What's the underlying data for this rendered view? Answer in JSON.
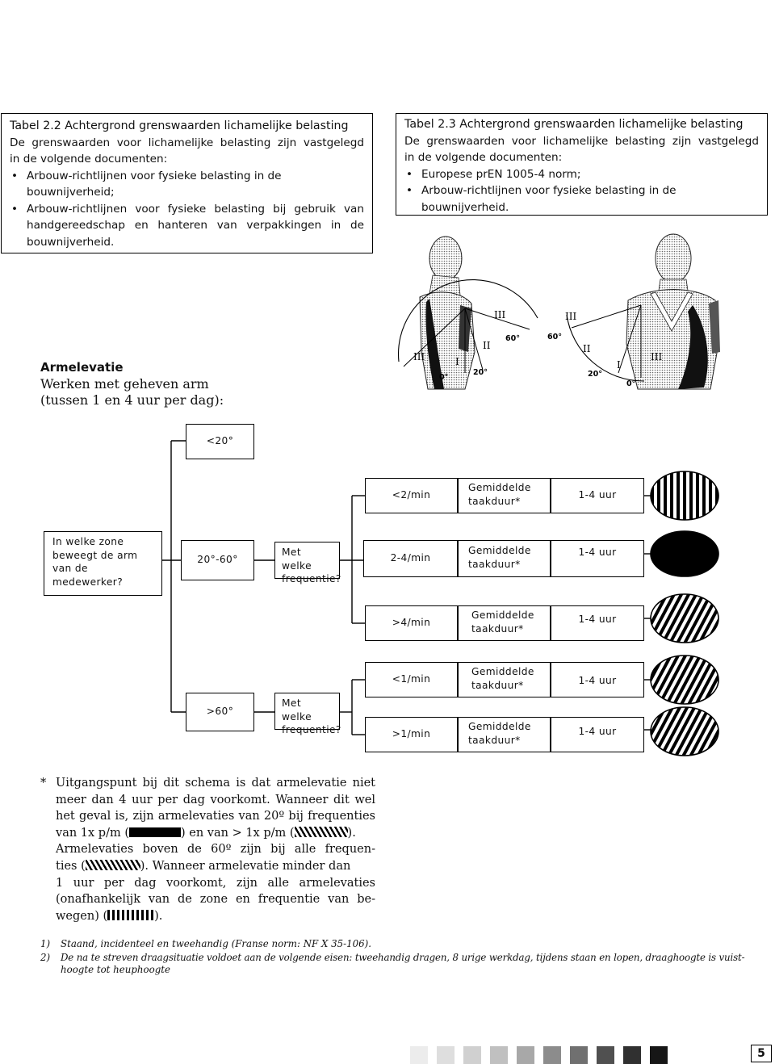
{
  "table_2_2": {
    "title": "Tabel 2.2 Achtergrond grenswaarden lichamelijke belasting",
    "intro_lines": [
      "De grenswaarden voor lichamelijke belasting zijn vastgelegd",
      "in de volgende documenten:"
    ],
    "item1_lines": [
      "Arbouw-richtlijnen voor fysieke belasting in de",
      "bouwnijverheid;"
    ],
    "item2_lines": [
      "Arbouw-richtlijnen voor fysieke belasting bij gebruik van",
      "handgereedschap en hanteren van verpakkingen in de",
      "bouwnijverheid."
    ]
  },
  "table_2_3": {
    "title": "Tabel 2.3 Achtergrond grenswaarden lichamelijke belasting",
    "intro_lines": [
      "De grenswaarden voor lichamelijke belasting zijn vastgelegd",
      "in de volgende documenten:"
    ],
    "item1": "Europese prEN 1005-4 norm;",
    "item2_lines": [
      "Arbouw-richtlijnen voor fysieke belasting in de",
      "bouwnijverheid."
    ]
  },
  "figure": {
    "zone_labels": [
      "III",
      "II",
      "I",
      "III",
      "II",
      "I",
      "III",
      "III"
    ],
    "angle_labels": [
      "0°",
      "20°",
      "60°",
      "60°",
      "20°",
      "0°"
    ]
  },
  "section": {
    "heading": "Armelevatie",
    "sub1": "Werken met geheven arm",
    "sub2": "(tussen 1 en 4 uur per dag):"
  },
  "flow": {
    "question_zone": [
      "In welke zone",
      "beweegt de arm",
      "van de",
      "medewerker?"
    ],
    "zone_lt20": "<20°",
    "zone_20_60": "20°-60°",
    "zone_gt60": ">60°",
    "question_freq": [
      "Met welke",
      "frequentie?"
    ],
    "freq_lt2": "<2/min",
    "freq_2_4": "2-4/min",
    "freq_gt4": ">4/min",
    "freq_lt1": "<1/min",
    "freq_gt1": ">1/min",
    "duration_label": [
      "Gemiddelde",
      "taakduur*"
    ],
    "duration_value": "1-4 uur"
  },
  "note": {
    "marker": "*",
    "line1": "Uitgangspunt bij dit schema is dat armelevatie niet",
    "line2": "meer dan 4 uur per dag voorkomt. Wanneer dit wel",
    "line3": "het geval is, zijn armelevaties van 20º bij frequenties",
    "line4a": "van 1x p/m (",
    "line4b": ") en van > 1x p/m (",
    "line4c": ").",
    "line5": "Armelevaties boven de 60º zijn bij alle frequen-",
    "line6a": "ties (",
    "line6b": "). Wanneer armelevatie minder dan",
    "line7": "1 uur per dag voorkomt, zijn alle armelevaties",
    "line8": "(onafhankelijk van de zone en frequentie van be-",
    "line9a": "wegen) (",
    "line9b": ")."
  },
  "footnotes": {
    "fn1_num": "1)",
    "fn1": "Staand, incidenteel en tweehandig (Franse norm: NF X 35-106).",
    "fn2_num": "2)",
    "fn2a": "De na te streven draagsituatie voldoet aan de volgende eisen: tweehandig dragen, 8 urige werkdag, tijdens staan en lopen, draaghoogte is vuist-",
    "fn2b": "hoogte tot heuphoogte"
  },
  "page": {
    "number": "5"
  },
  "colors": {
    "ink": "#000000",
    "paper": "#ffffff",
    "grey_bar": "#d9d9d9"
  }
}
